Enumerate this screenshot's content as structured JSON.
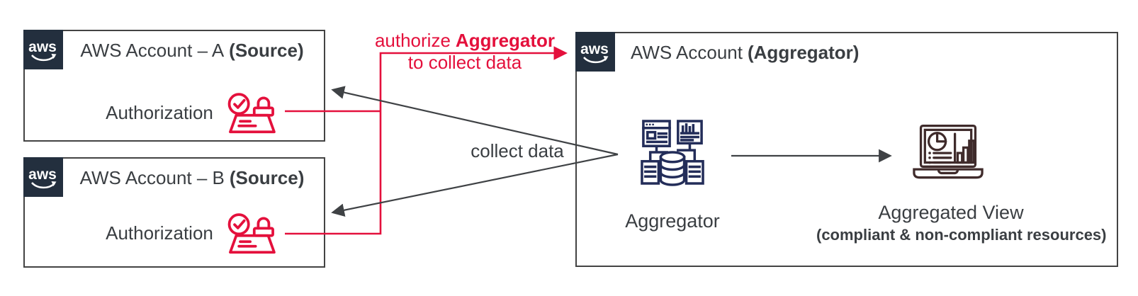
{
  "colors": {
    "red": "#E4103C",
    "dark": "#3F4245",
    "text": "#3A3E42",
    "border": "#434343",
    "navy_logo": "#232F3E",
    "icon_navy": "#232D59",
    "icon_brown": "#3F2B2B",
    "bg": "#FFFFFF"
  },
  "aws_logo": {
    "text": "aws"
  },
  "source_accounts": [
    {
      "title_main": "AWS Account – A",
      "title_bold": "(Source)",
      "auth_label": "Authorization"
    },
    {
      "title_main": "AWS Account – B",
      "title_bold": "(Source)",
      "auth_label": "Authorization"
    }
  ],
  "aggregator_account": {
    "title_main": "AWS Account",
    "title_bold": "(Aggregator)",
    "aggregator_label": "Aggregator",
    "view_label": "Aggregated View",
    "view_sublabel": "(compliant & non-compliant resources)"
  },
  "edges": {
    "authorize_prefix": "authorize",
    "authorize_bold": "Aggregator",
    "authorize_line2": "to collect data",
    "collect_label": "collect data"
  }
}
